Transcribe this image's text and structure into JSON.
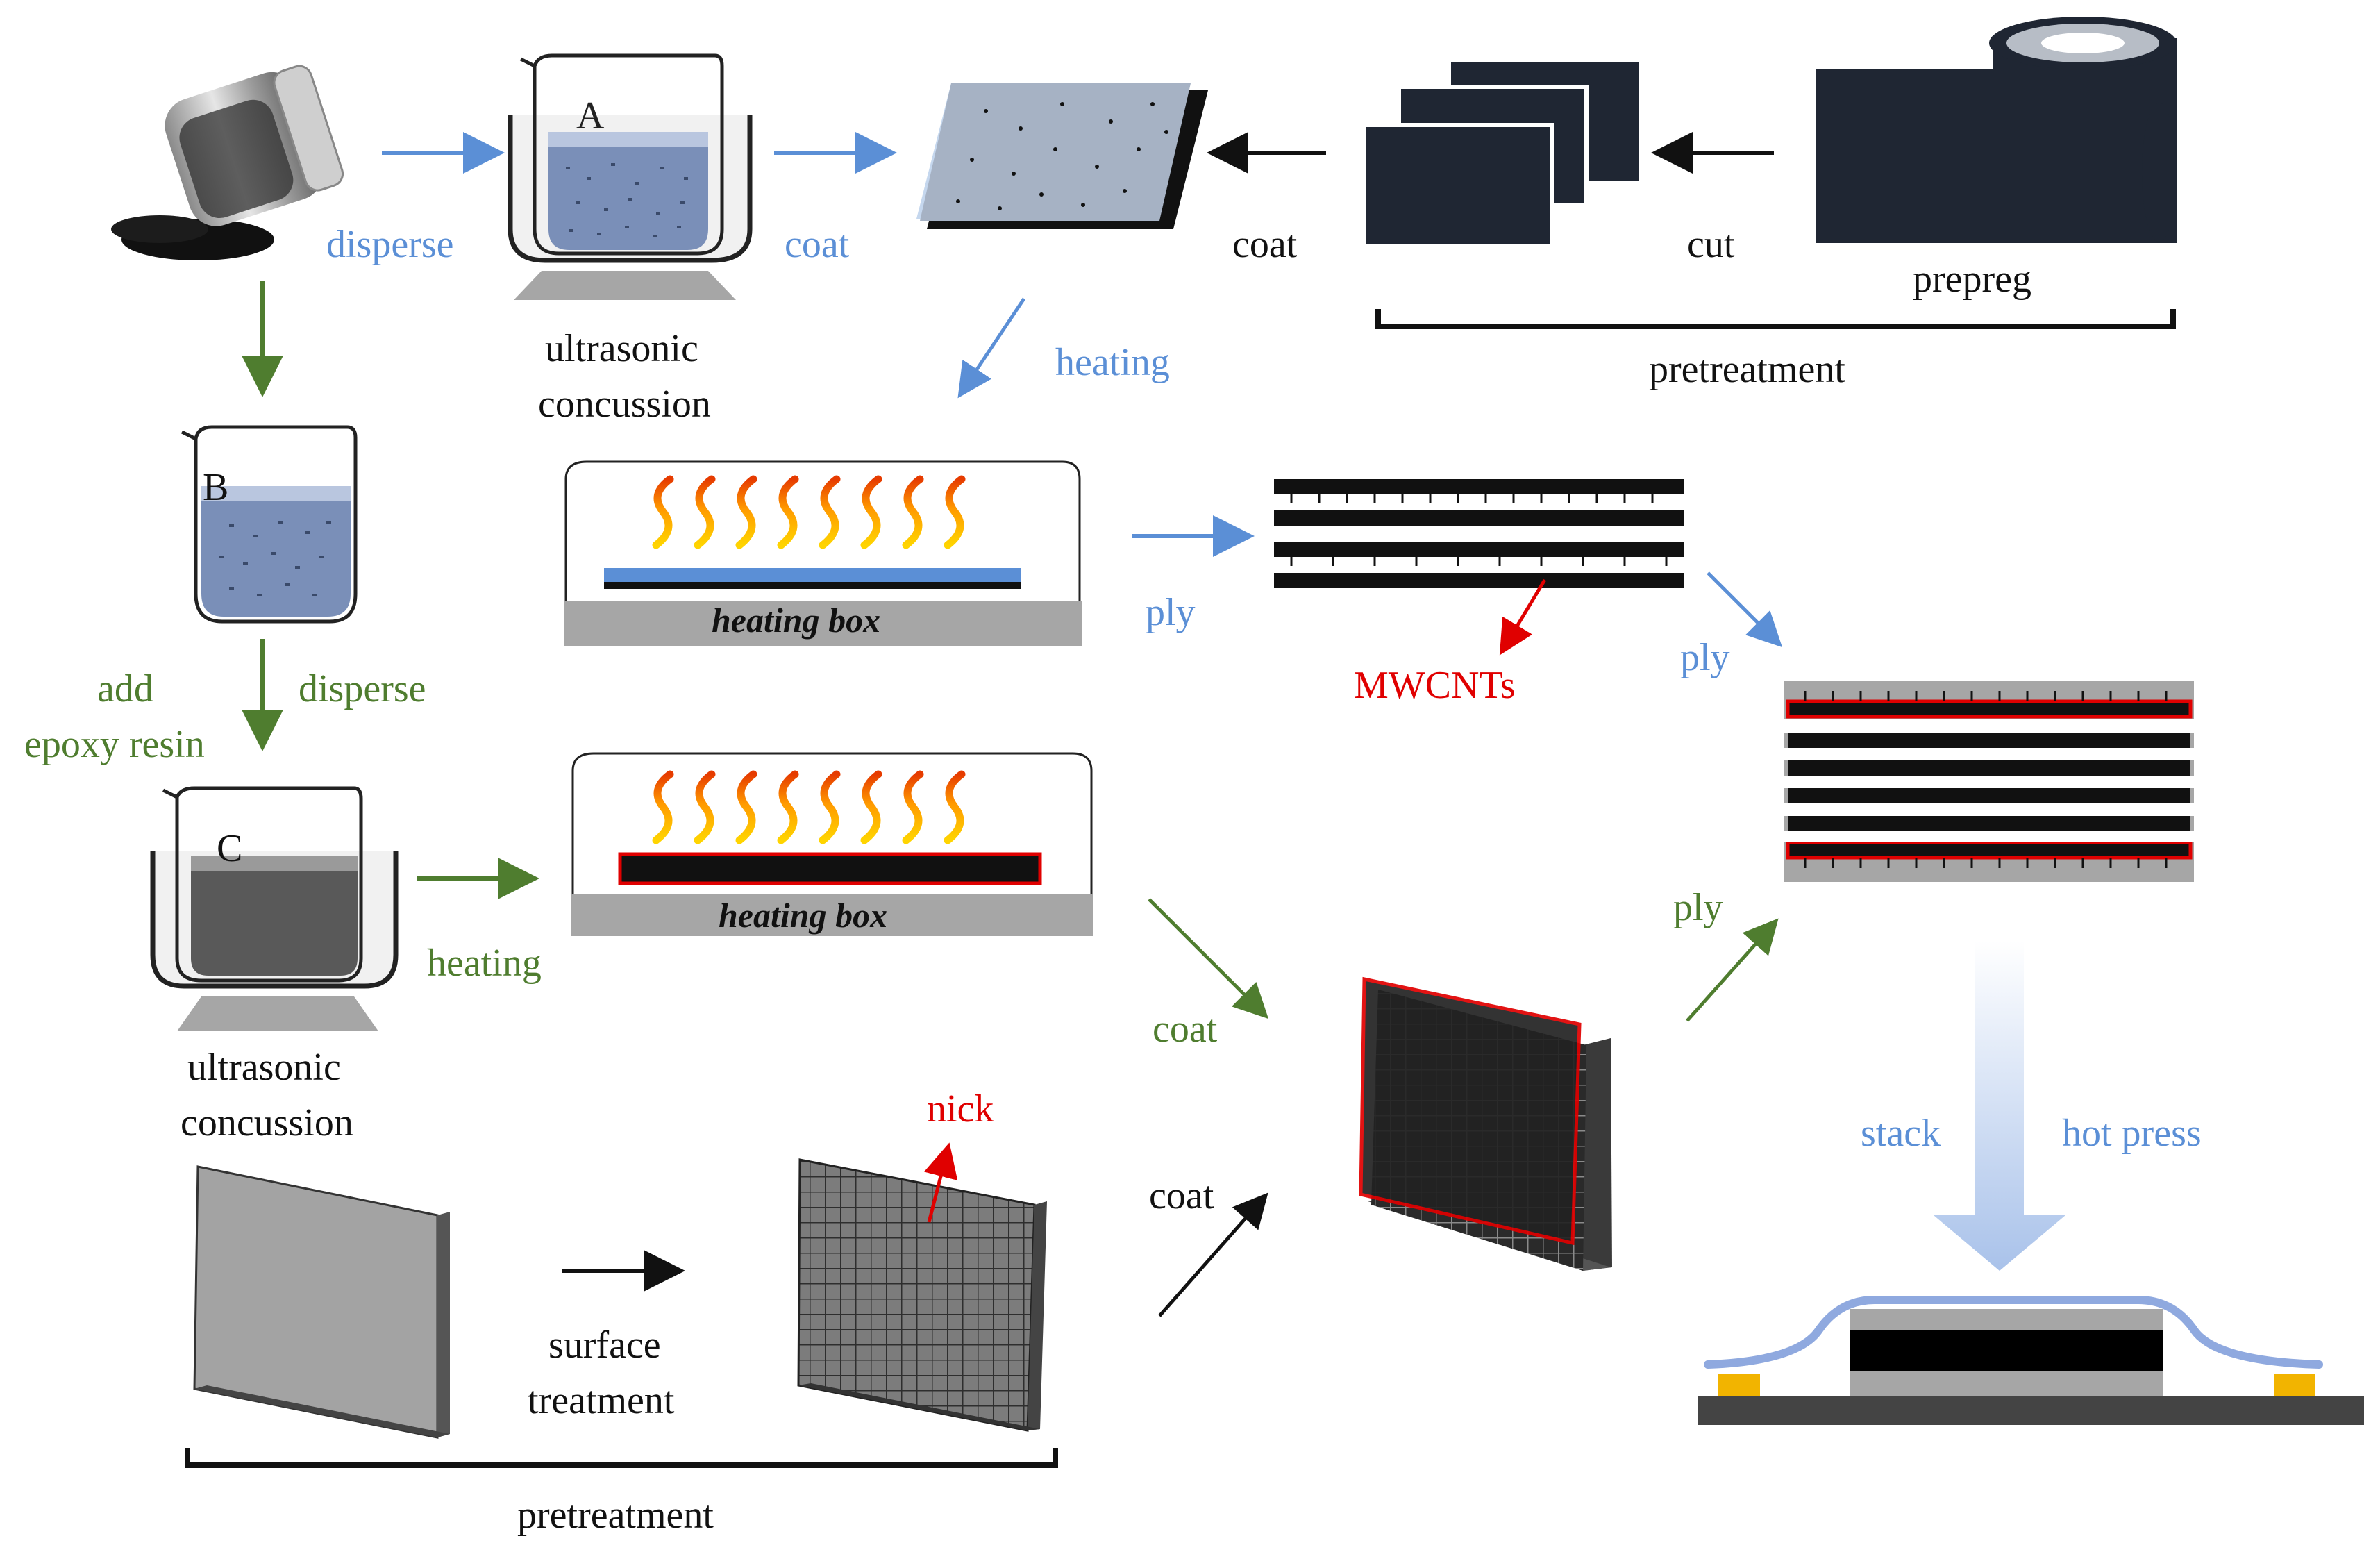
{
  "beakers": {
    "a": "A",
    "b": "B",
    "c": "C"
  },
  "labels": {
    "disperse_top": "disperse",
    "coat_blue": "coat",
    "coat_top_black": "coat",
    "cut": "cut",
    "prepreg": "prepreg",
    "pretreatment_top": "pretreatment",
    "ultrasonic_top_1": "ultrasonic",
    "ultrasonic_top_2": "concussion",
    "heating_blue": "heating",
    "heating_box_1": "heating box",
    "heating_box_2": "heating box",
    "ply_1": "ply",
    "ply_2": "ply",
    "ply_3": "ply",
    "mwcnts": "MWCNTs",
    "add_1": "add",
    "add_2": "epoxy resin",
    "disperse_green": "disperse",
    "heating_green": "heating",
    "ultrasonic_bot_1": "ultrasonic",
    "ultrasonic_bot_2": "concussion",
    "coat_green": "coat",
    "coat_black_bottom": "coat",
    "nick": "nick",
    "surface_1": "surface",
    "surface_2": "treatment",
    "pretreatment_bottom": "pretreatment",
    "stack": "stack",
    "hot_press": "hot press"
  },
  "colors": {
    "blue_arrow": "#5b8fd6",
    "green_arrow": "#4f7d2f",
    "red": "#e00000",
    "dark_sheet": "#1f2633",
    "liquid": "#7a8fb8",
    "tray": "#a6a6a6"
  }
}
